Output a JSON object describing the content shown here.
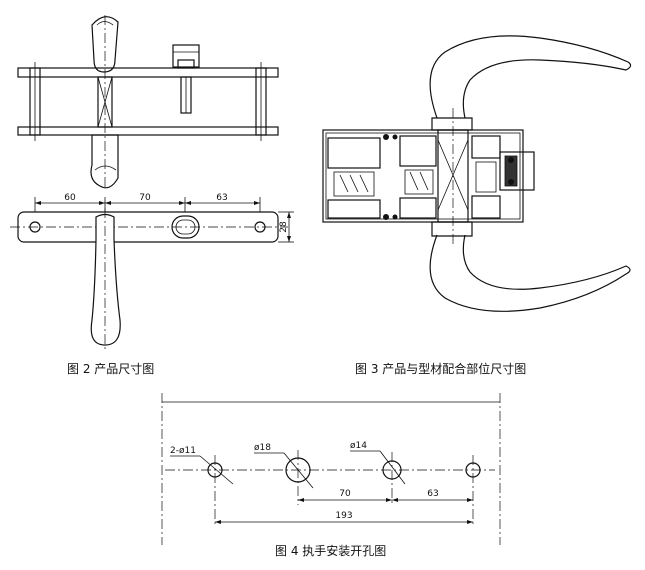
{
  "fig2": {
    "caption": "图 2 产品尺寸图",
    "dims": {
      "d1": "60",
      "d2": "70",
      "d3": "63",
      "height": "28"
    }
  },
  "fig3": {
    "caption": "图 3 产品与型材配合部位尺寸图"
  },
  "fig4": {
    "caption": "图 4 执手安装开孔图",
    "labels": {
      "holes_small": "2-ø11",
      "hole_mid": "ø18",
      "hole_cyl": "ø14"
    },
    "dims": {
      "d70": "70",
      "d63": "63",
      "total": "193"
    }
  }
}
